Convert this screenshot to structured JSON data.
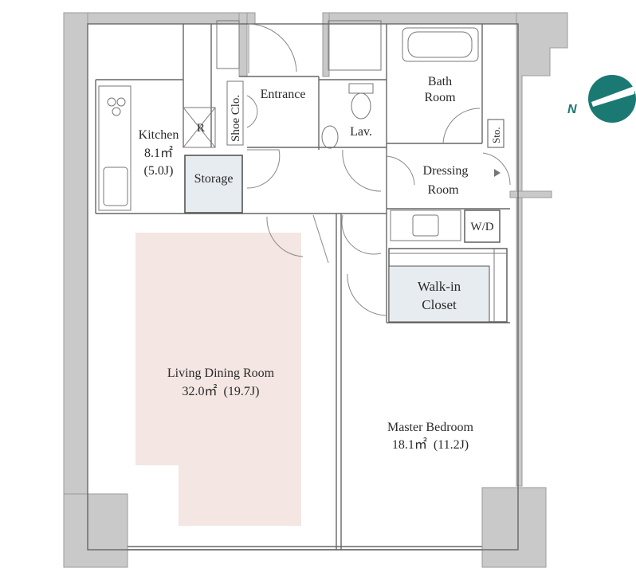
{
  "rooms": {
    "kitchen": {
      "name": "Kitchen",
      "area": "8.1㎡",
      "tatami": "(5.0J)"
    },
    "refrigerator": "R",
    "storage": "Storage",
    "shoe_closet": "Shoe Clo.",
    "entrance": "Entrance",
    "lavatory": "Lav.",
    "bath": {
      "line1": "Bath",
      "line2": "Room"
    },
    "dressing": {
      "line1": "Dressing",
      "line2": "Room"
    },
    "storage_small": "Sto.",
    "washer_dryer": "W/D",
    "walk_in_closet": {
      "line1": "Walk-in",
      "line2": "Closet"
    },
    "living": {
      "name": "Living Dining Room",
      "area": "32.0㎡  (19.7J)"
    },
    "bedroom": {
      "name": "Master Bedroom",
      "area": "18.1㎡  (11.2J)"
    }
  },
  "compass": {
    "label": "N",
    "color": "#1a7a73"
  },
  "colors": {
    "wall": "#c9c9c9",
    "living_floor": "#f3e6e3",
    "closet_fill": "#e7ecf0",
    "line": "#555555"
  }
}
